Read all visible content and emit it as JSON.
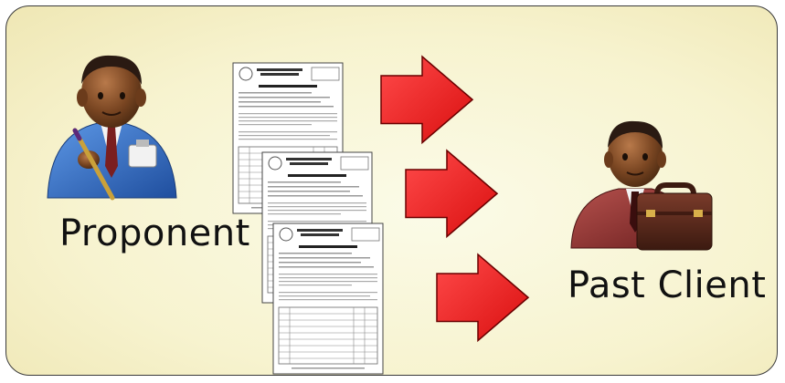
{
  "labels": {
    "proponent": "Proponent",
    "client": "Past Client"
  },
  "document": {
    "title": "STATEMENT OF INTEREST AND QUALIFICATION",
    "subtitle": "SURVEY QUESTIONNAIRE (Construction Services)"
  },
  "colors": {
    "arrow_fill": "#ee1b1b",
    "arrow_stroke": "#6a0000",
    "background": "#f7f3cf",
    "border": "#3a3a3a",
    "proponent_suit": "#2f6fc8",
    "client_suit": "#8b2f2f",
    "briefcase": "#5a2a1e"
  },
  "icons": [
    "proponent-person-icon",
    "survey-document-icon",
    "arrow-right-icon",
    "client-person-icon",
    "briefcase-icon"
  ]
}
